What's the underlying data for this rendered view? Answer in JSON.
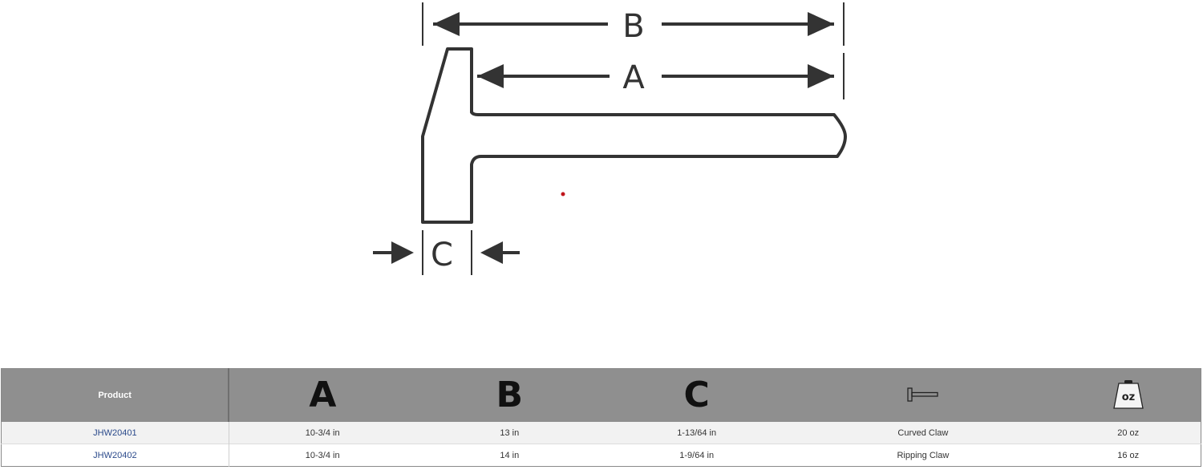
{
  "diagram": {
    "labels": {
      "a": "A",
      "b": "B",
      "c": "C"
    }
  },
  "table": {
    "headers": {
      "product": "Product",
      "a": "A",
      "b": "B",
      "c": "C",
      "type_icon": "hammer-icon",
      "weight_icon": "weight-icon",
      "weight_icon_text": "oz"
    },
    "rows": [
      {
        "product": "JHW20401",
        "a": "10-3/4 in",
        "b": "13 in",
        "c": "1-13/64 in",
        "type": "Curved Claw",
        "weight": "20 oz"
      },
      {
        "product": "JHW20402",
        "a": "10-3/4 in",
        "b": "14 in",
        "c": "1-9/64 in",
        "type": "Ripping Claw",
        "weight": "16 oz"
      }
    ]
  },
  "colors": {
    "header_bg": "#8f8f8f",
    "link": "#2b4a8b",
    "outline": "#333333",
    "marker": "#c0151b"
  }
}
